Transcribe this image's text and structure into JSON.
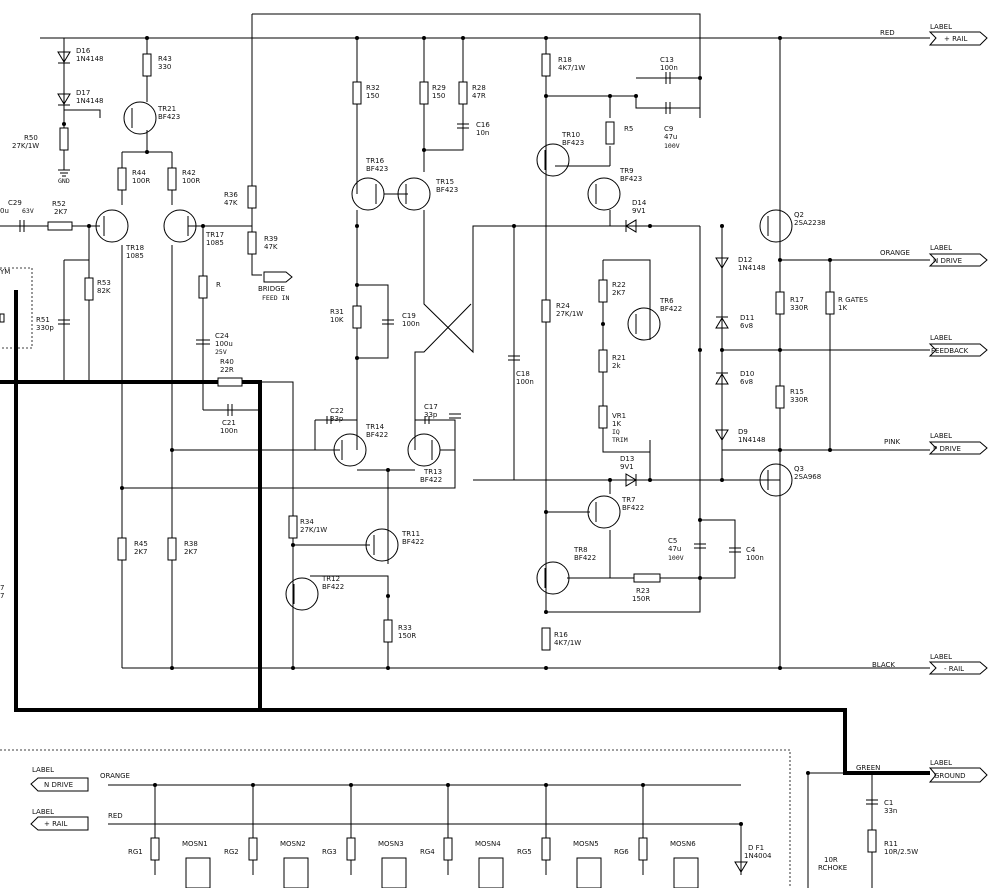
{
  "labels": {
    "plus_rail": {
      "tag": "LABEL",
      "text": "+ RAIL",
      "wire": "RED"
    },
    "n_drive": {
      "tag": "LABEL",
      "text": "N DRIVE",
      "wire": "ORANGE"
    },
    "feedback": {
      "tag": "LABEL",
      "text": "FEEDBACK"
    },
    "p_drive": {
      "tag": "LABEL",
      "text": "P DRIVE",
      "wire": "PINK"
    },
    "minus_rail": {
      "tag": "LABEL",
      "text": "- RAIL",
      "wire": "BLACK"
    },
    "ground": {
      "tag": "LABEL",
      "text": "GROUND",
      "wire": "GREEN"
    },
    "bot_n_drive": {
      "tag": "LABEL",
      "text": "N DRIVE",
      "wire": "ORANGE"
    },
    "bot_plus_rail": {
      "tag": "LABEL",
      "text": "+ RAIL",
      "wire": "RED"
    }
  },
  "bridge": {
    "line1": "BRIDGE",
    "line2": "FEED IN"
  },
  "gnd_text": "GND",
  "parts": {
    "D16": [
      "D16",
      "1N4148"
    ],
    "D17": [
      "D17",
      "1N4148"
    ],
    "R43": [
      "R43",
      "330"
    ],
    "TR21": [
      "TR21",
      "BF423"
    ],
    "R50": [
      "R50",
      "27K/1W"
    ],
    "C29": [
      "C29",
      "63V"
    ],
    "C29a": "0u",
    "R52": [
      "R52",
      "2K7"
    ],
    "R44": [
      "R44",
      "100R"
    ],
    "R42": [
      "R42",
      "100R"
    ],
    "TR18": [
      "TR18",
      "1085"
    ],
    "TR17": [
      "TR17",
      "1085"
    ],
    "R36": [
      "R36",
      "47K"
    ],
    "R39": [
      "R39",
      "47K"
    ],
    "R53": [
      "R53",
      "82K"
    ],
    "R51": [
      "R51",
      "330p"
    ],
    "YM": "YM",
    "Rstar": "R",
    "C24": [
      "C24",
      "100u",
      "25V"
    ],
    "R40": [
      "R40",
      "22R"
    ],
    "C21": [
      "C21",
      "100n"
    ],
    "R32": [
      "R32",
      "150"
    ],
    "R29": [
      "R29",
      "150"
    ],
    "R28": [
      "R28",
      "47R"
    ],
    "C16": [
      "C16",
      "10n"
    ],
    "TR16": [
      "TR16",
      "BF423"
    ],
    "TR15": [
      "TR15",
      "BF423"
    ],
    "R31": [
      "R31",
      "10K"
    ],
    "C19": [
      "C19",
      "100n"
    ],
    "C22": [
      "C22",
      "33p"
    ],
    "C17": [
      "C17",
      "33p"
    ],
    "TR14": [
      "TR14",
      "BF422"
    ],
    "TR13": [
      "TR13",
      "BF422"
    ],
    "R34": [
      "R34",
      "27K/1W"
    ],
    "TR11": [
      "TR11",
      "BF422"
    ],
    "TR12": [
      "TR12",
      "BF422"
    ],
    "R33": [
      "R33",
      "150R"
    ],
    "R45": [
      "R45",
      "2K7"
    ],
    "R38": [
      "R38",
      "2K7"
    ],
    "left7": [
      "7",
      "7"
    ],
    "R18": [
      "R18",
      "4K7/1W"
    ],
    "C13": [
      "C13",
      "100n"
    ],
    "C9": [
      "C9",
      "47u",
      "100V"
    ],
    "R5star": "R5",
    "TR10": [
      "TR10",
      "BF423"
    ],
    "TR9": [
      "TR9",
      "BF423"
    ],
    "D14": [
      "D14",
      "9V1"
    ],
    "Q2": [
      "Q2",
      "2SA2238"
    ],
    "R24": [
      "R24",
      "27K/1W"
    ],
    "C18": [
      "C18",
      "100n"
    ],
    "R22": [
      "R22",
      "2K7"
    ],
    "TR6": [
      "TR6",
      "BF422"
    ],
    "R21": [
      "R21",
      "2k"
    ],
    "VR1": [
      "VR1",
      "1K",
      "IQ",
      "TRIM"
    ],
    "D12": [
      "D12",
      "1N4148"
    ],
    "D11": [
      "D11",
      "6v8"
    ],
    "D10": [
      "D10",
      "6v8"
    ],
    "D9": [
      "D9",
      "1N4148"
    ],
    "R17": [
      "R17",
      "330R"
    ],
    "R15": [
      "R15",
      "330R"
    ],
    "RGATES": [
      "R GATES",
      "1K"
    ],
    "D13": [
      "D13",
      "9V1"
    ],
    "Q3": [
      "Q3",
      "2SA968"
    ],
    "TR7": [
      "TR7",
      "BF422"
    ],
    "C5": [
      "C5",
      "47u",
      "100V"
    ],
    "C4": [
      "C4",
      "100n"
    ],
    "TR8": [
      "TR8",
      "BF422"
    ],
    "R23": [
      "R23",
      "150R"
    ],
    "R16": [
      "R16",
      "4K7/1W"
    ],
    "C1": [
      "C1",
      "33n"
    ],
    "R11": [
      "R11",
      "10R/2.5W"
    ],
    "CHOKE": [
      "10R",
      "RCHOKE"
    ],
    "DF1": [
      "D F1",
      "1N4004"
    ]
  },
  "mosfets": [
    "MOSN1",
    "MOSN2",
    "MOSN3",
    "MOSN4",
    "MOSN5",
    "MOSN6"
  ],
  "gate_resistors": [
    "RG1",
    "RG2",
    "RG3",
    "RG4",
    "RG5",
    "RG6"
  ]
}
